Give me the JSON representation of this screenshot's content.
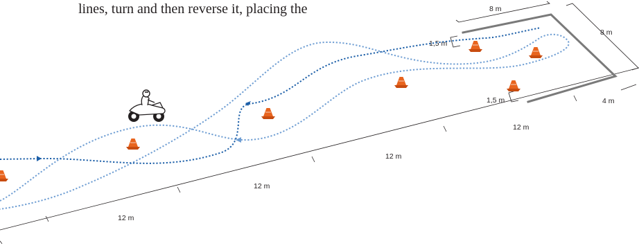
{
  "caption": "lines, turn and then reverse it, placing the",
  "colors": {
    "route_dark": "#1c5fa8",
    "route_light": "#6f9ed3",
    "cone": "#e8641e",
    "box": "#7a7a7a",
    "line": "#231f20"
  },
  "labels": {
    "box_width": "8 m",
    "box_depth": "8 m",
    "gap_top": "1,5 m",
    "gap_bottom": "1,5 m",
    "box_offset": "4 m",
    "seg_1": "12 m",
    "seg_2": "12 m",
    "seg_3": "12 m",
    "seg_4": "12 m"
  },
  "icons": [
    "motorcycle-rider-icon",
    "traffic-cone-icon",
    "direction-arrow-icon"
  ]
}
